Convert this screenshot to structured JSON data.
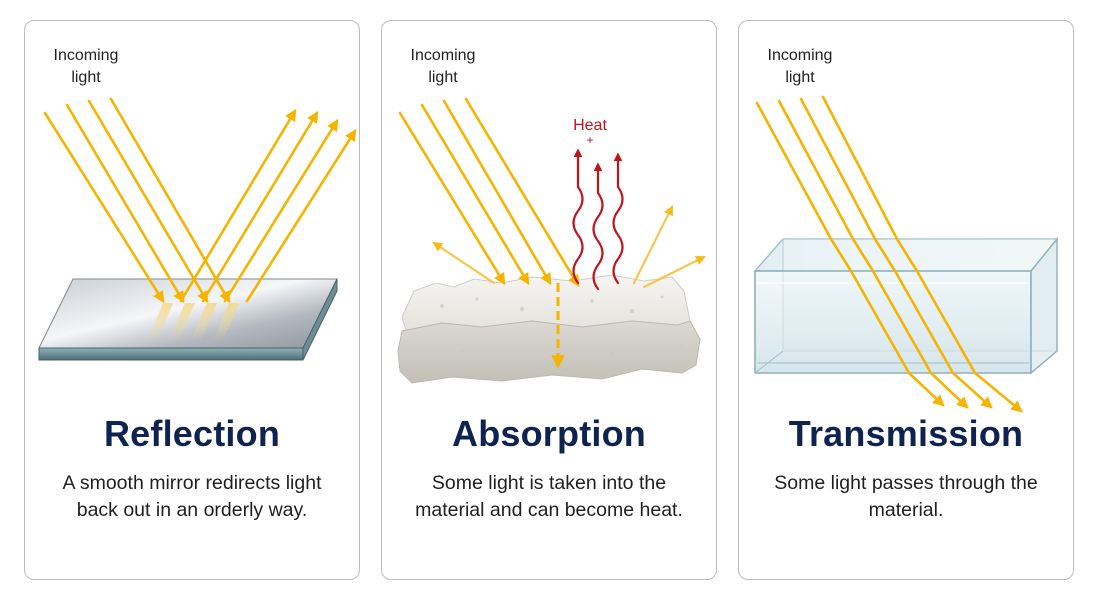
{
  "panels": [
    {
      "incoming_label": "Incoming light",
      "title": "Reflection",
      "description": "A smooth mirror redirects light back out in an orderly way."
    },
    {
      "incoming_label": "Incoming light",
      "title": "Absorption",
      "description": "Some light is taken into the material and can become heat.",
      "heat_label": "Heat",
      "heat_symbol": "+"
    },
    {
      "incoming_label": "Incoming light",
      "title": "Transmission",
      "description": "Some light passes through the material."
    }
  ],
  "colors": {
    "light_ray": "#f5b400",
    "heat_wave": "#c0141c",
    "title": "#0e2350",
    "panel_border": "#b9bcc1"
  }
}
